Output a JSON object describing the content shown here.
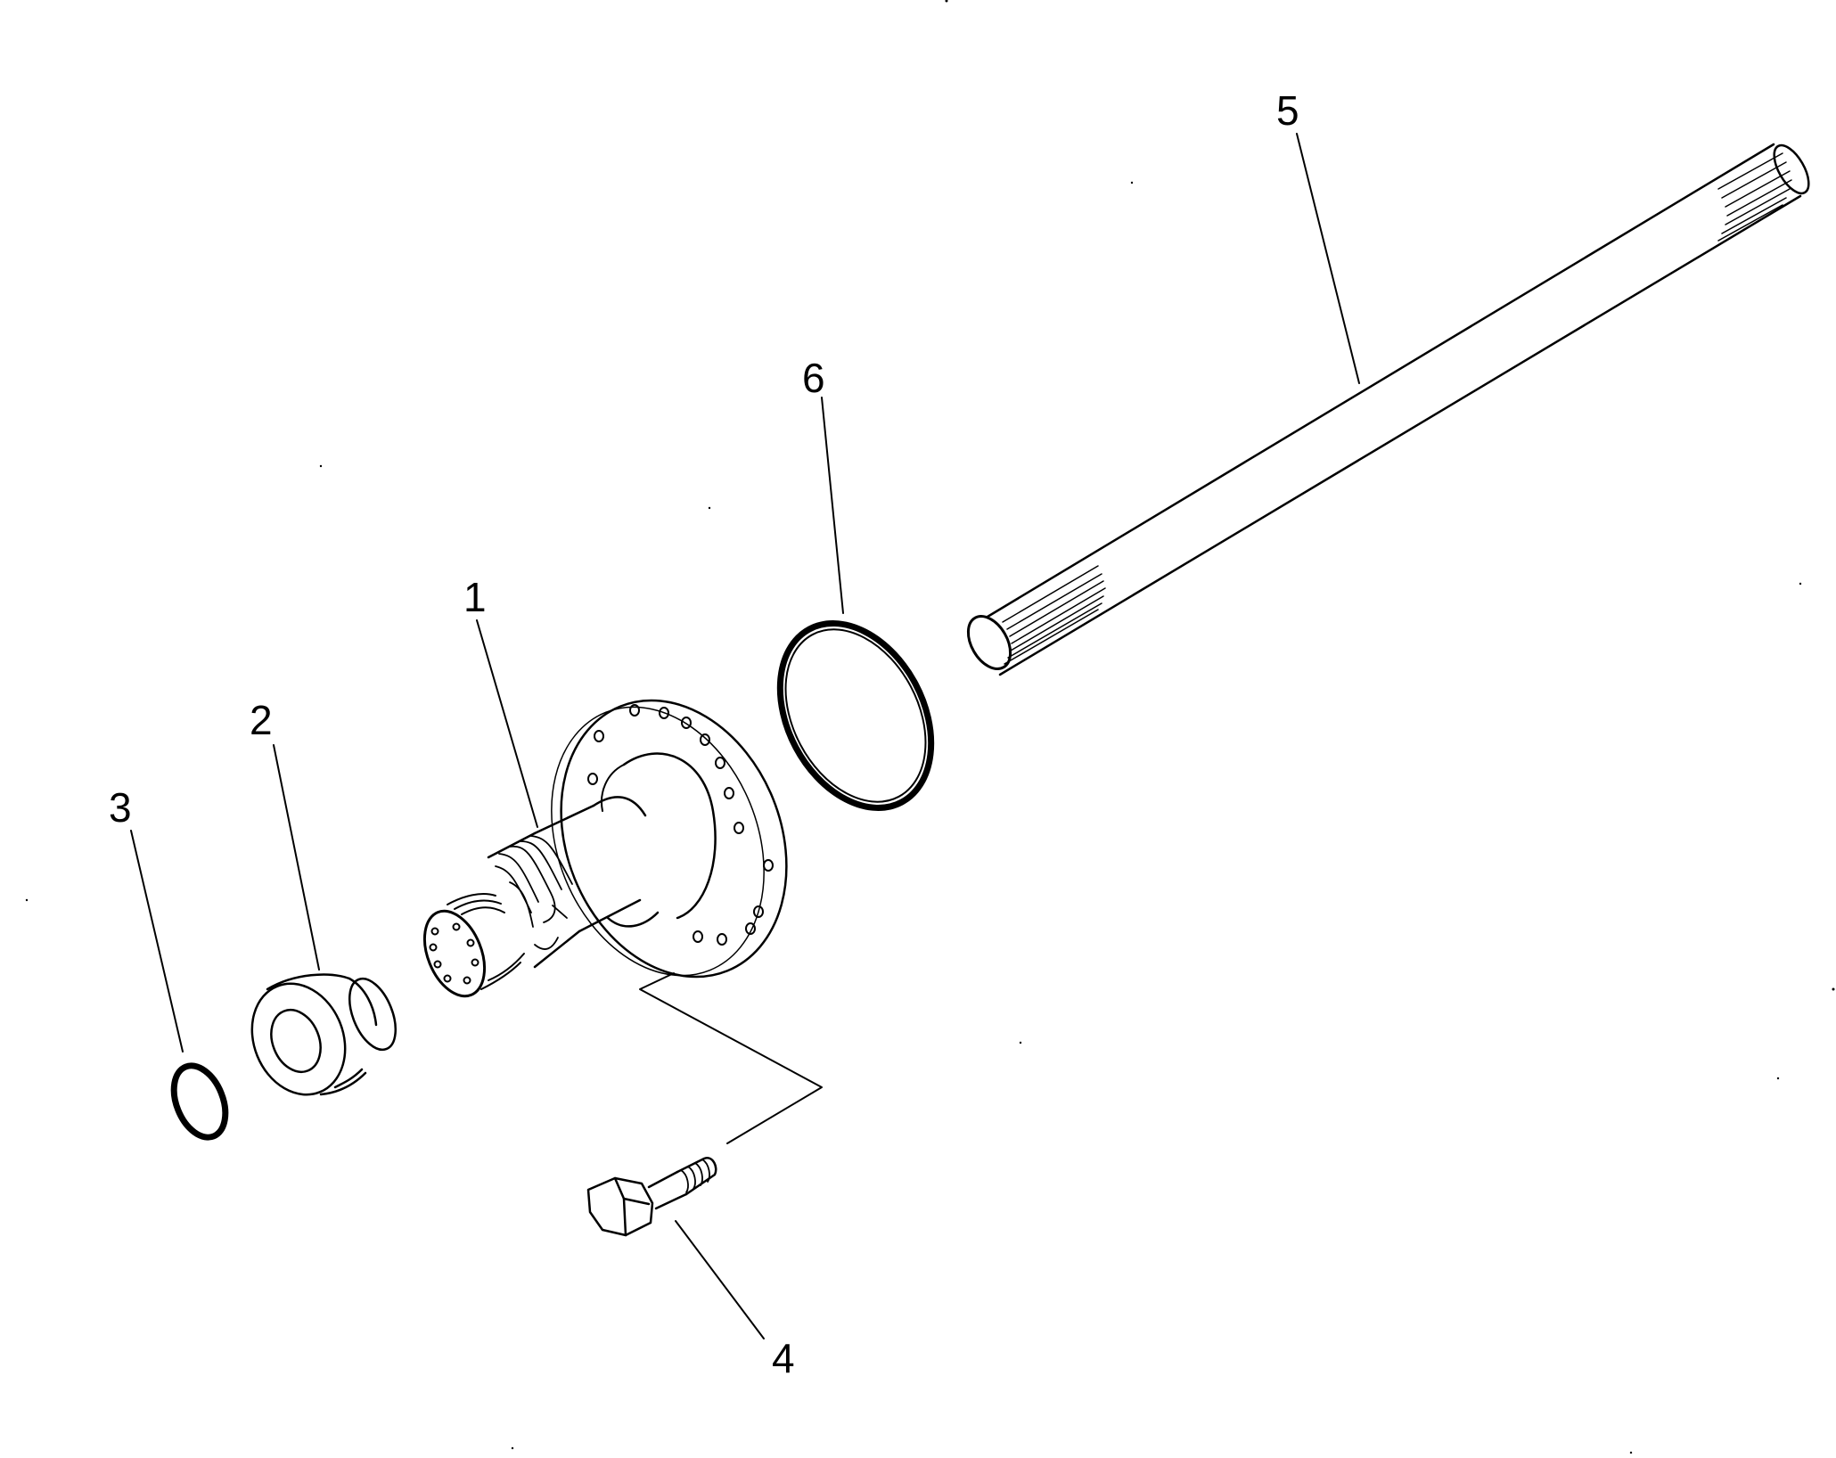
{
  "diagram": {
    "type": "exploded-parts-view",
    "colors": {
      "ink": "#000000",
      "paper": "#ffffff"
    },
    "callouts": [
      {
        "id": "callout-1",
        "label": "1",
        "part": "hub-flange-shaft"
      },
      {
        "id": "callout-2",
        "label": "2",
        "part": "bushing"
      },
      {
        "id": "callout-3",
        "label": "3",
        "part": "snap-ring"
      },
      {
        "id": "callout-4",
        "label": "4",
        "part": "bolt"
      },
      {
        "id": "callout-5",
        "label": "5",
        "part": "axle-shaft"
      },
      {
        "id": "callout-6",
        "label": "6",
        "part": "o-ring"
      }
    ]
  }
}
